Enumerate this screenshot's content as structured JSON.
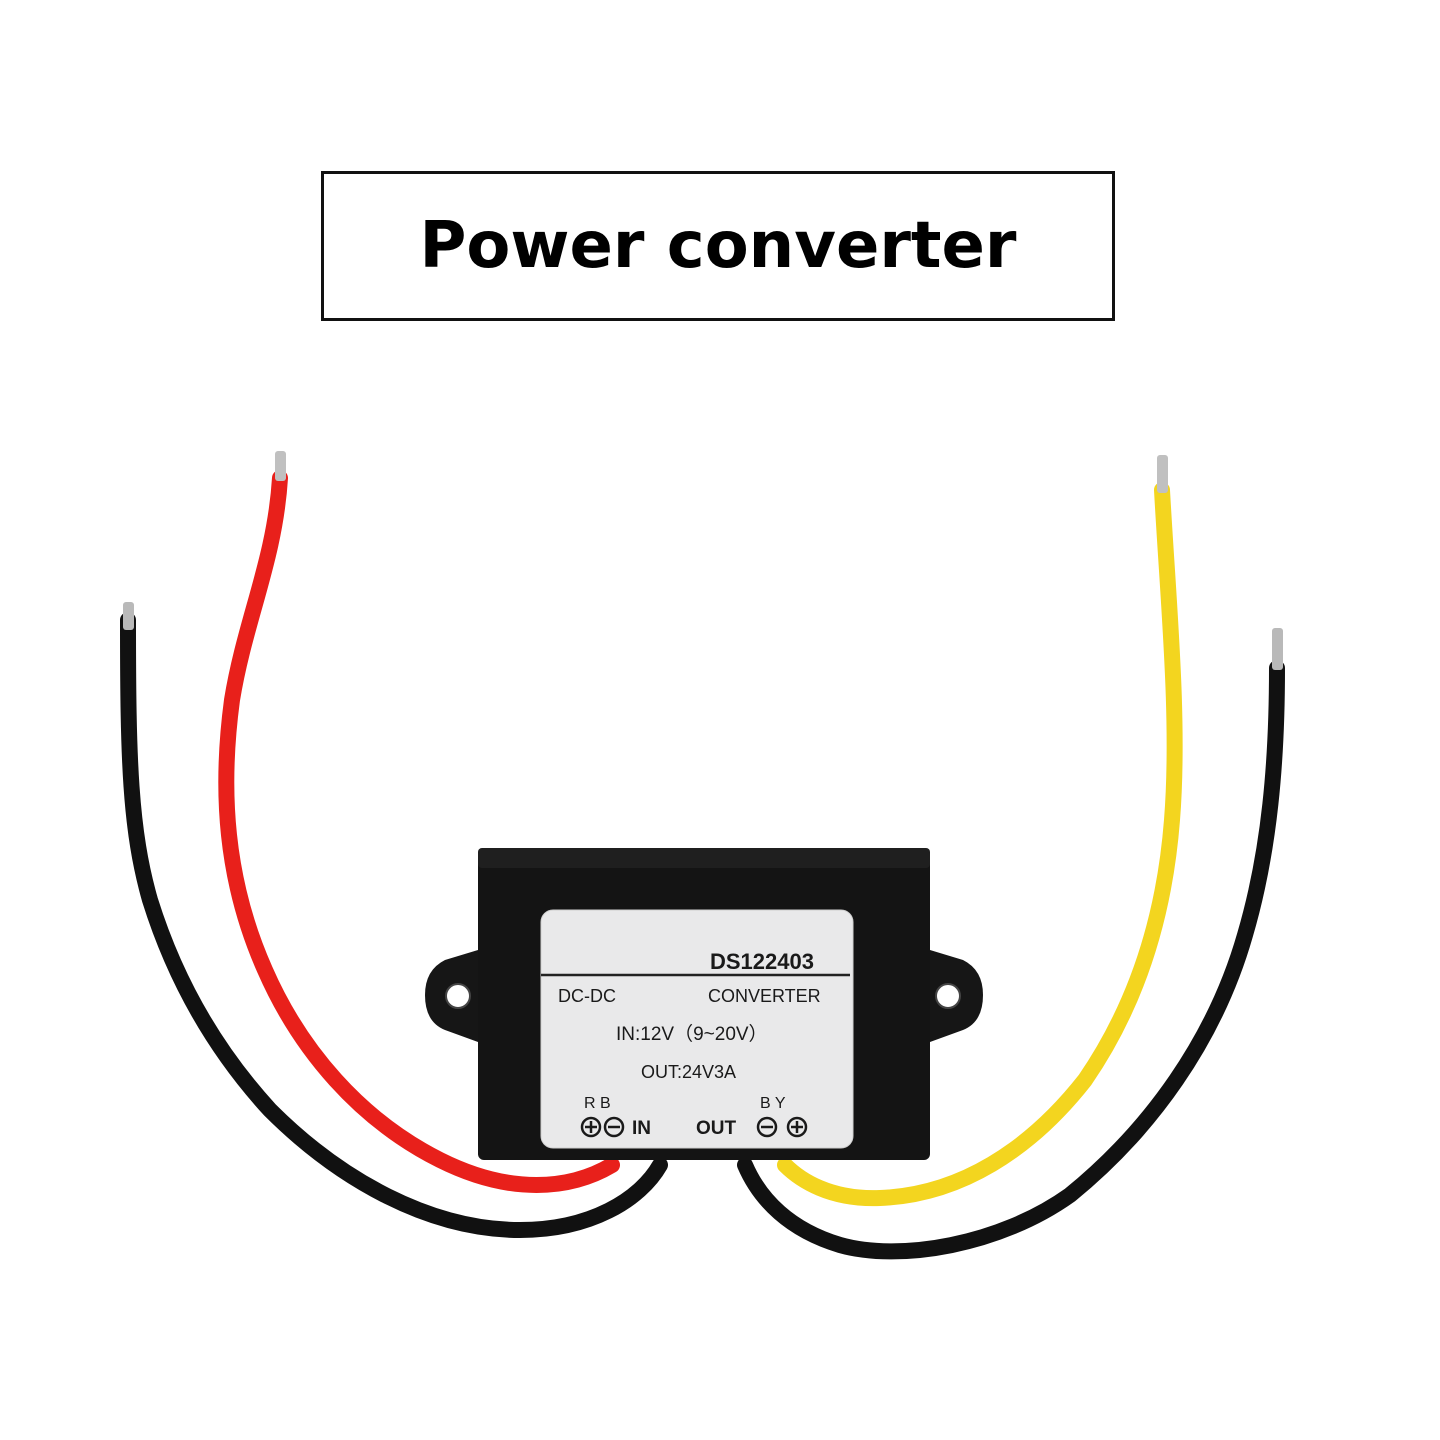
{
  "title": "Power converter",
  "label": {
    "model": "DS122403",
    "type_left": "DC-DC",
    "type_right": "CONVERTER",
    "input_spec": "IN:12V（9~20V）",
    "output_spec": "OUT:24V3A",
    "in_wire_letters": "R B",
    "in_text": "IN",
    "out_text": "OUT",
    "out_wire_letters": "B Y"
  },
  "colors": {
    "wire_red": "#e8201b",
    "wire_yellow": "#f3d51f",
    "wire_black": "#111111",
    "housing": "#141414",
    "label_bg": "#e9e9ea",
    "frame": "#111111"
  }
}
